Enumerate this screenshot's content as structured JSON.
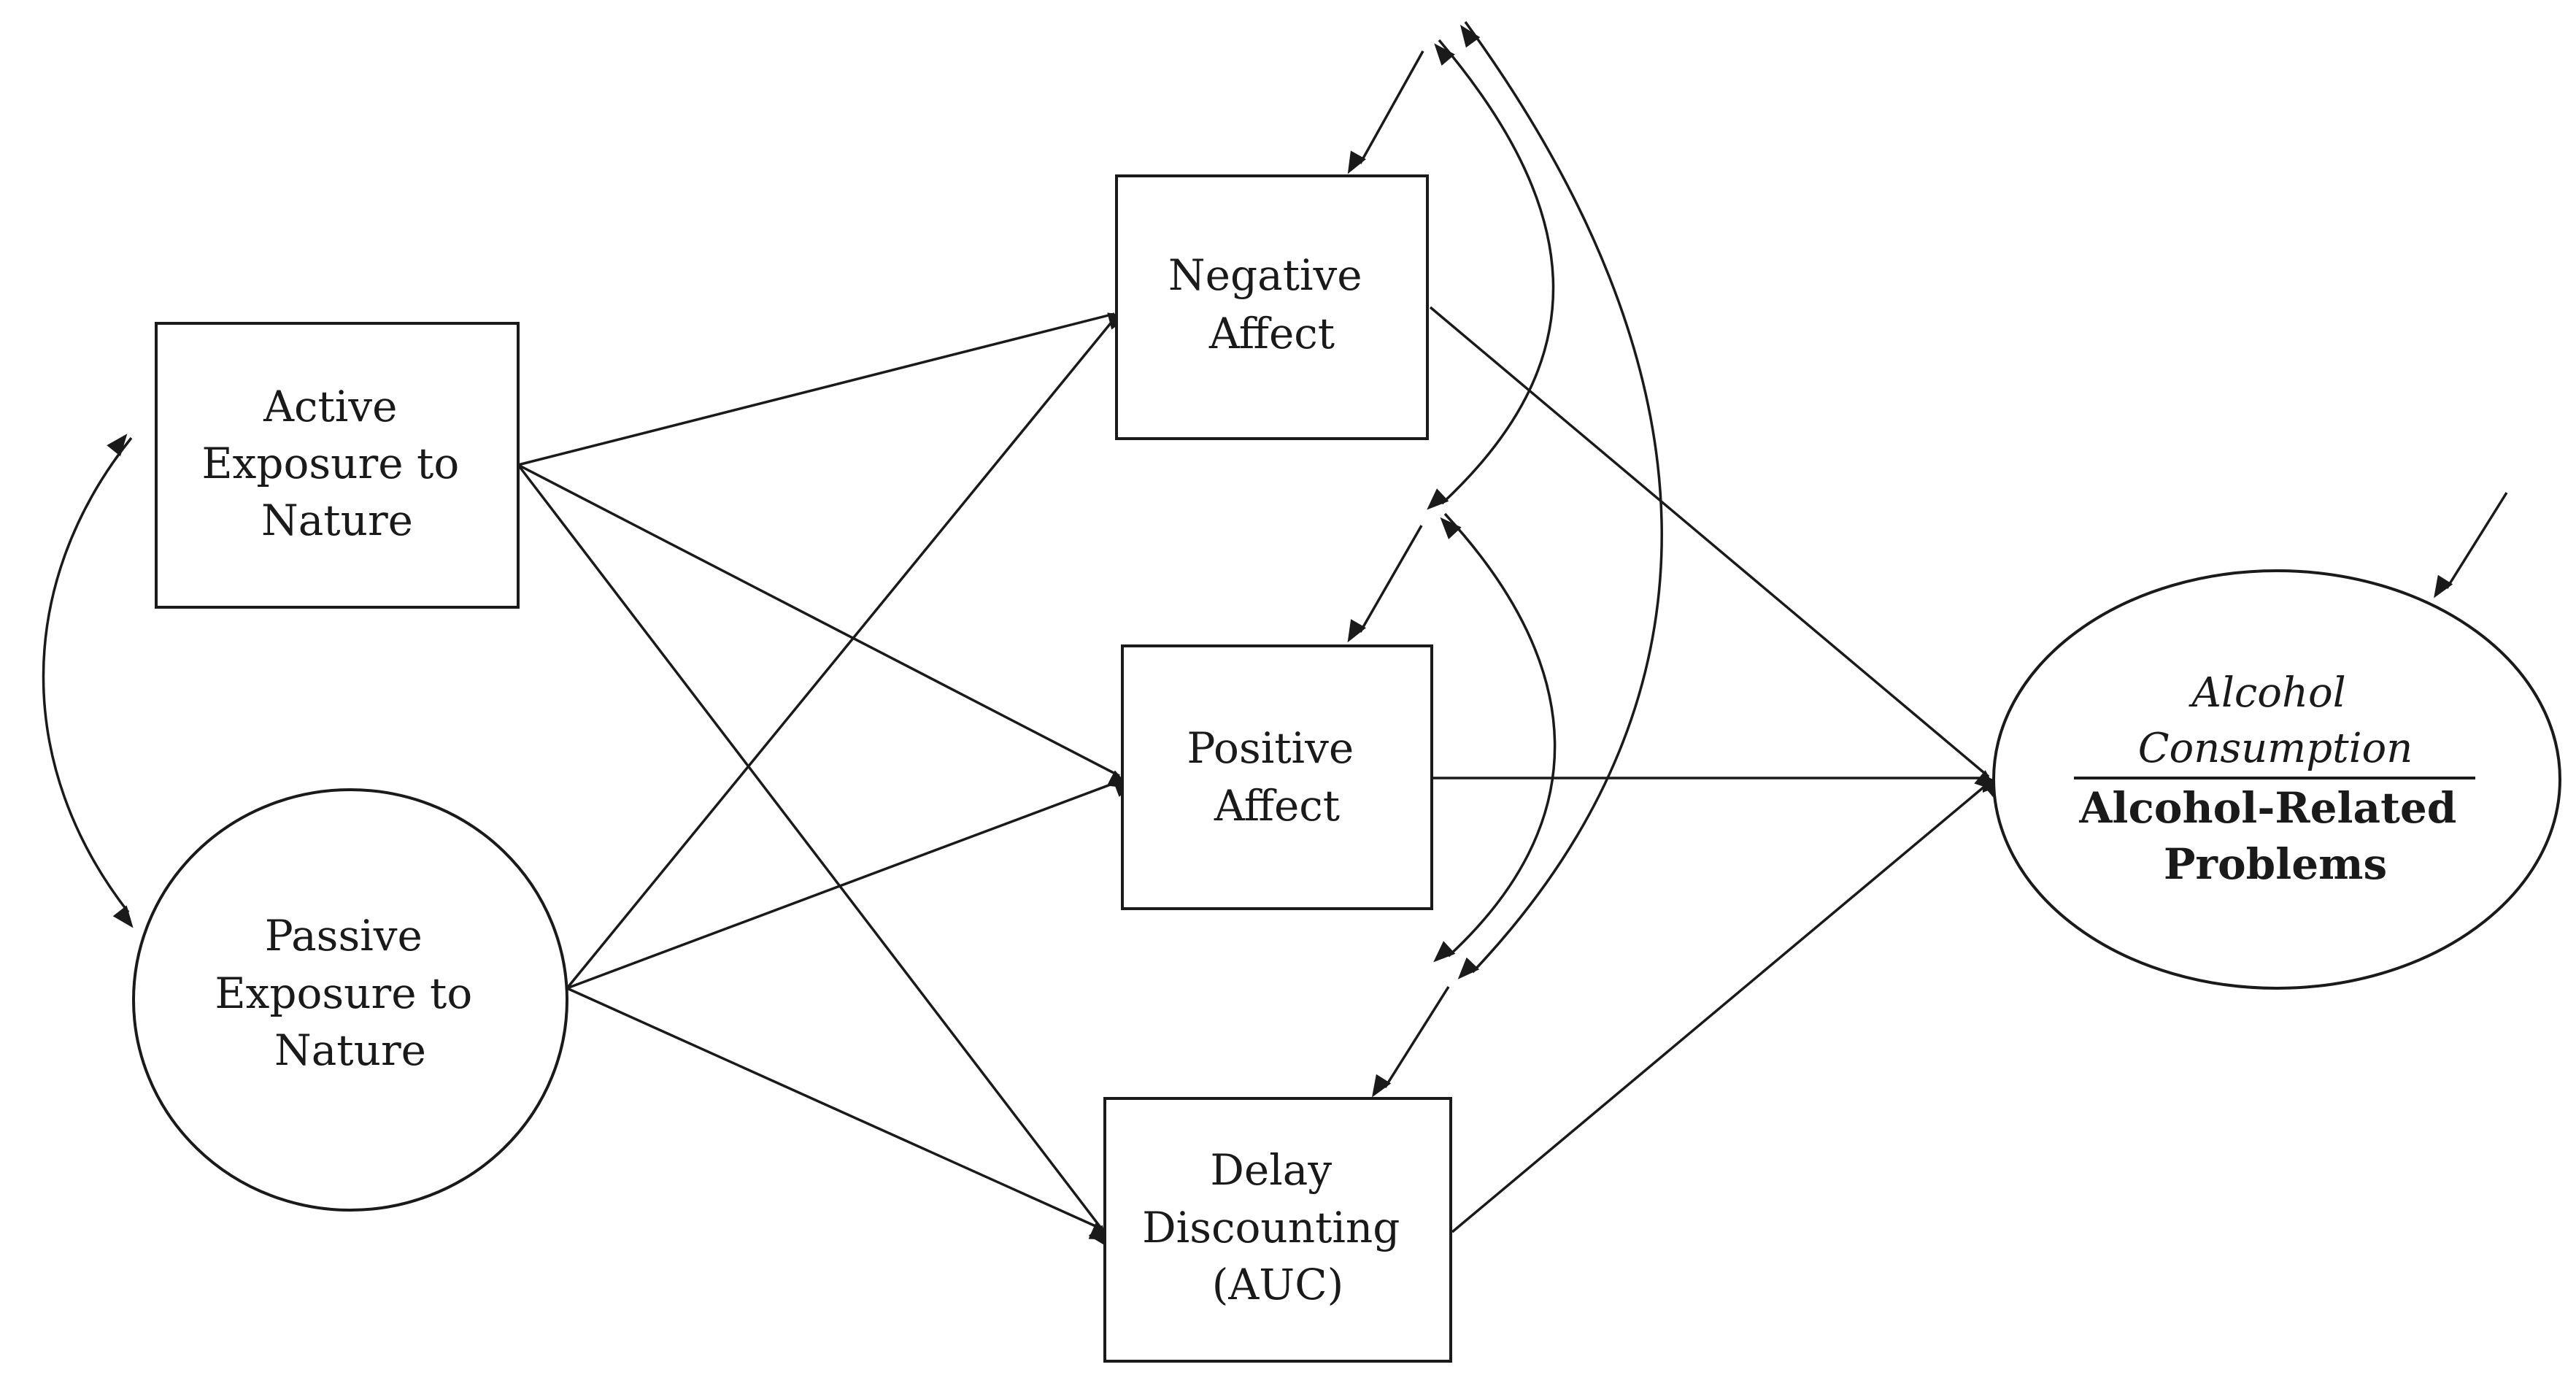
{
  "diagram": {
    "nodes": {
      "active_exposure": {
        "shape": "rectangle",
        "lines": [
          "Active",
          "Exposure to",
          "Nature"
        ]
      },
      "passive_exposure": {
        "shape": "ellipse",
        "lines": [
          "Passive",
          "Exposure to",
          "Nature"
        ]
      },
      "negative_affect": {
        "shape": "rectangle",
        "lines": [
          "Negative",
          "Affect"
        ]
      },
      "positive_affect": {
        "shape": "rectangle",
        "lines": [
          "Positive",
          "Affect"
        ]
      },
      "delay_discounting": {
        "shape": "rectangle",
        "lines": [
          "Delay",
          "Discounting",
          "(AUC)"
        ]
      },
      "alcohol_outcome": {
        "shape": "ellipse",
        "italic_lines": [
          "Alcohol",
          "Consumption"
        ],
        "bold_lines": [
          "Alcohol-Related",
          "Problems"
        ]
      }
    },
    "edges": [
      {
        "from": "active_exposure",
        "to": "negative_affect",
        "type": "directed"
      },
      {
        "from": "active_exposure",
        "to": "positive_affect",
        "type": "directed"
      },
      {
        "from": "active_exposure",
        "to": "delay_discounting",
        "type": "directed"
      },
      {
        "from": "passive_exposure",
        "to": "negative_affect",
        "type": "directed"
      },
      {
        "from": "passive_exposure",
        "to": "positive_affect",
        "type": "directed"
      },
      {
        "from": "passive_exposure",
        "to": "delay_discounting",
        "type": "directed"
      },
      {
        "from": "negative_affect",
        "to": "alcohol_outcome",
        "type": "directed"
      },
      {
        "from": "positive_affect",
        "to": "alcohol_outcome",
        "type": "directed"
      },
      {
        "from": "delay_discounting",
        "to": "alcohol_outcome",
        "type": "directed"
      },
      {
        "from": "active_exposure",
        "to": "passive_exposure",
        "type": "covariance"
      },
      {
        "from": "negative_affect",
        "to": "positive_affect",
        "type": "covariance"
      },
      {
        "from": "positive_affect",
        "to": "delay_discounting",
        "type": "covariance"
      },
      {
        "from": "negative_affect",
        "to": "delay_discounting",
        "type": "covariance"
      },
      {
        "target": "negative_affect",
        "type": "residual"
      },
      {
        "target": "positive_affect",
        "type": "residual"
      },
      {
        "target": "delay_discounting",
        "type": "residual"
      },
      {
        "target": "alcohol_outcome",
        "type": "residual"
      }
    ]
  }
}
